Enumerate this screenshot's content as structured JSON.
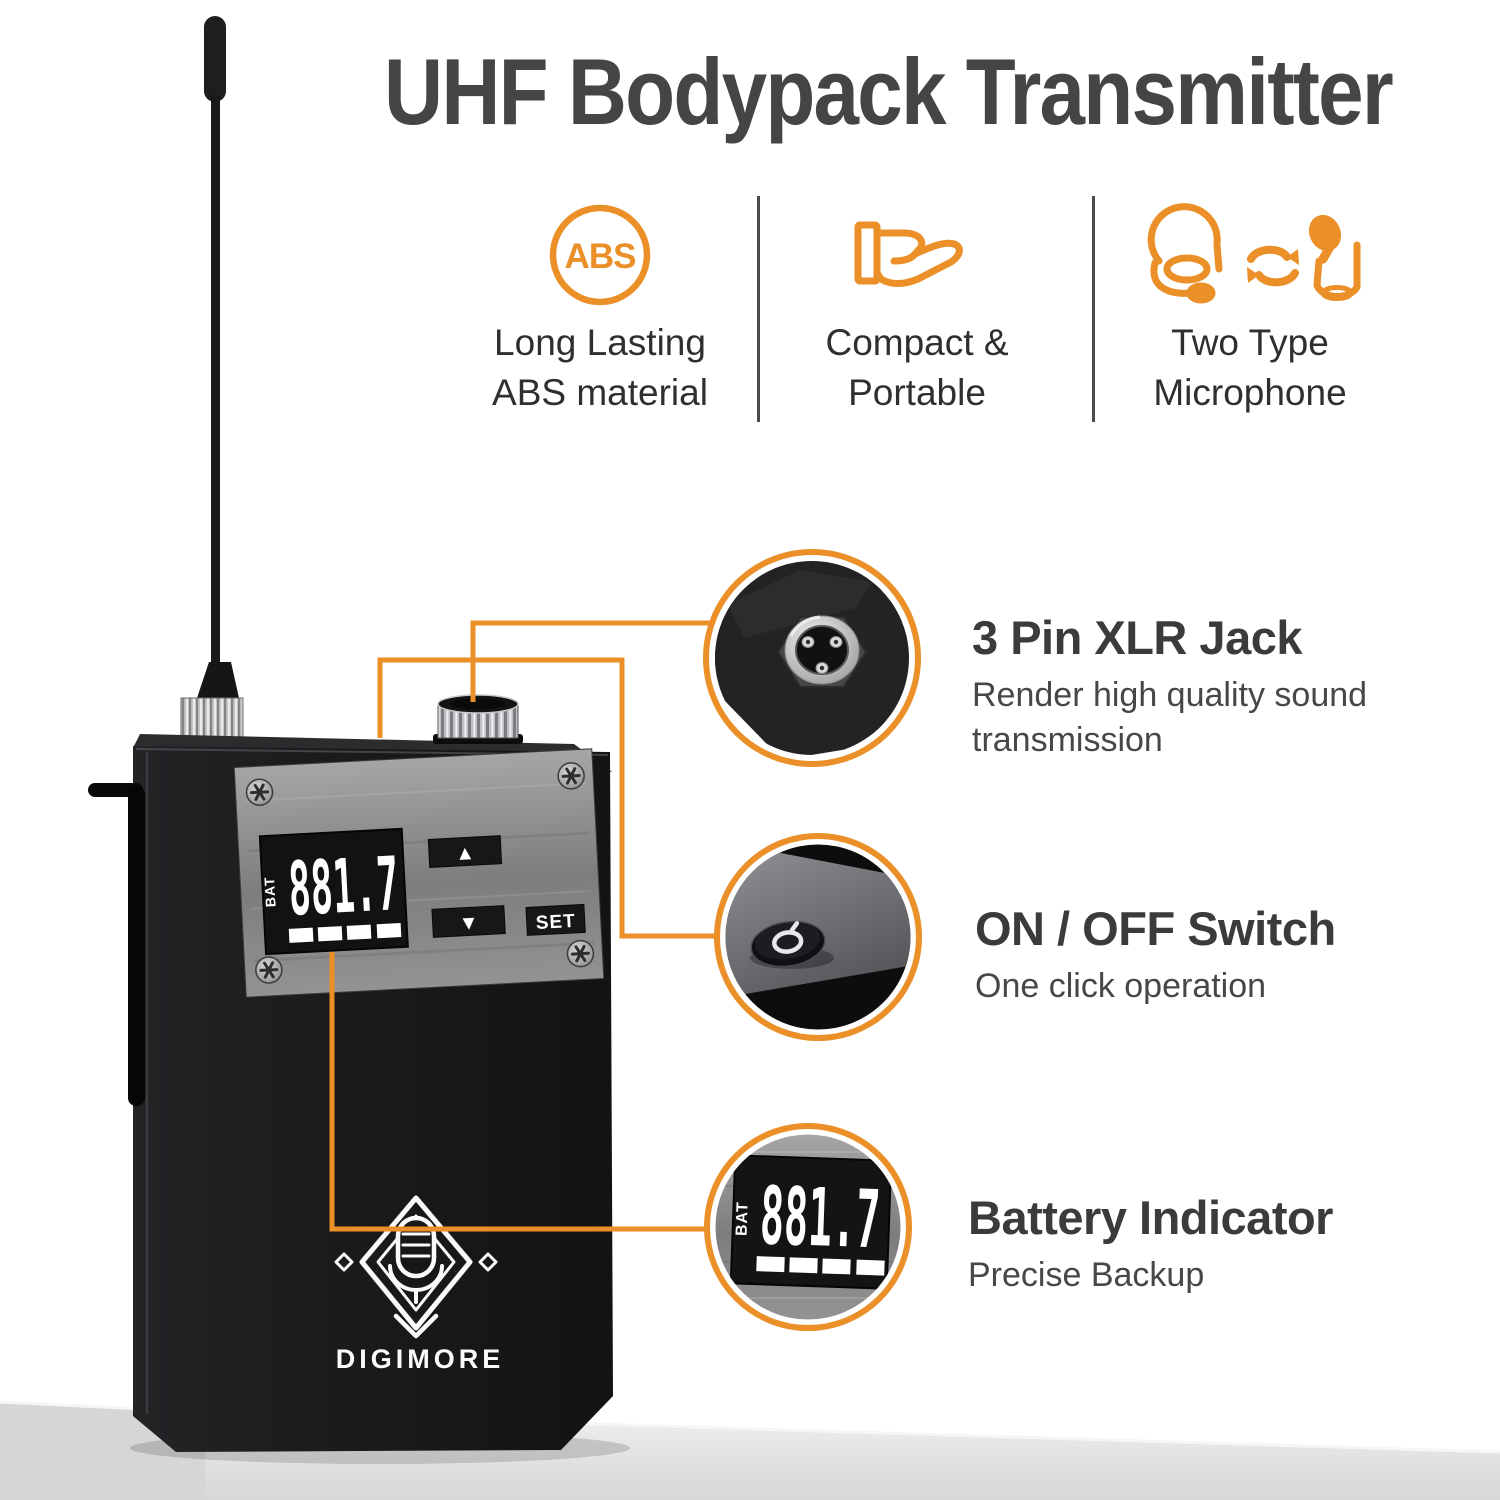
{
  "title": "UHF Bodypack Transmitter",
  "colors": {
    "accent": "#EB8F28",
    "title_text": "#454545",
    "body_text": "#2f2f2f",
    "device_black": "#1b1b1d",
    "plate_gray": "#8a8a8c",
    "pedestal_gray": "#e5e5e7"
  },
  "features": [
    {
      "icon": "abs-circle-icon",
      "badge": "ABS",
      "line1": "Long Lasting",
      "line2": "ABS material"
    },
    {
      "icon": "hand-holding-icon",
      "line1": "Compact &",
      "line2": "Portable"
    },
    {
      "icon": "headset-lavalier-swap-icon",
      "line1": "Two Type",
      "line2": "Microphone"
    }
  ],
  "callouts": [
    {
      "name": "xlr-jack",
      "heading": "3 Pin XLR Jack",
      "description": "Render high quality sound transmission"
    },
    {
      "name": "on-off-switch",
      "heading": "ON / OFF Switch",
      "description": "One click operation"
    },
    {
      "name": "battery-indicator",
      "heading": "Battery Indicator",
      "description": "Precise Backup"
    }
  ],
  "device": {
    "brand": "DIGIMORE",
    "display": {
      "bat_label": "BAT",
      "frequency": "881.7",
      "battery_bars": 4
    },
    "buttons": {
      "up": "▲",
      "down": "▼",
      "set": "SET"
    }
  }
}
